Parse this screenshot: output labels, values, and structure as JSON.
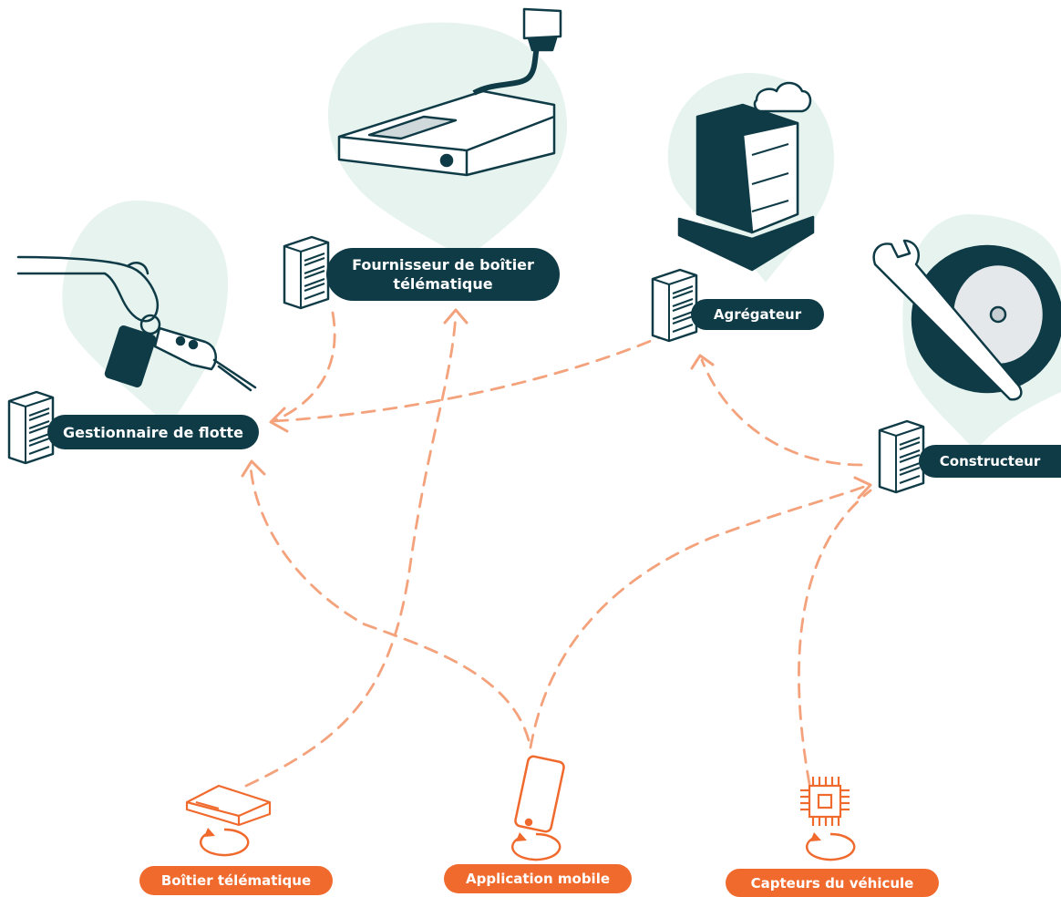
{
  "nodes": {
    "fleet_manager": "Gestionnaire de flotte",
    "box_provider": "Fournisseur de boîtier télématique",
    "aggregator": "Agrégateur",
    "manufacturer": "Constructeur"
  },
  "sources": {
    "telematics_box": "Boîtier télématique",
    "mobile_app": "Application mobile",
    "vehicle_sensors": "Capteurs du véhicule"
  },
  "colors": {
    "dark": "#0f3b47",
    "accent": "#f06a2e",
    "arrow": "#f4a27c",
    "blob": "#e6f3ee"
  },
  "icons": [
    "car-key-icon",
    "obd-telematics-box-icon",
    "datacenter-cloud-icon",
    "wrench-tire-icon",
    "server-icon",
    "telematics-box-icon",
    "smartphone-icon",
    "chip-icon",
    "rotate-arrow-icon"
  ]
}
